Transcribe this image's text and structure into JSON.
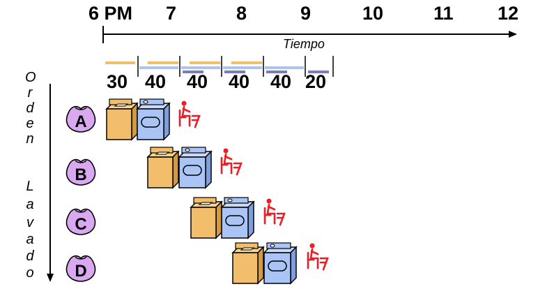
{
  "timeline": {
    "hours": [
      "6 PM",
      "7",
      "8",
      "9",
      "10",
      "11",
      "12"
    ],
    "axis_label": "Tiempo"
  },
  "durations": [
    "30",
    "40",
    "40",
    "40",
    "40",
    "20"
  ],
  "order_label_letters": [
    "O",
    "r",
    "d",
    "e",
    "n",
    "L",
    "a",
    "v",
    "a",
    "d",
    "o"
  ],
  "loads": [
    {
      "label": "A"
    },
    {
      "label": "B"
    },
    {
      "label": "C"
    },
    {
      "label": "D"
    }
  ],
  "colors": {
    "washer": "#f2be6c",
    "dryer": "#a9c4f5",
    "dryer_dark": "#7d7bbf",
    "bag": "#d9a8f0",
    "folder": "#ee1c24"
  }
}
